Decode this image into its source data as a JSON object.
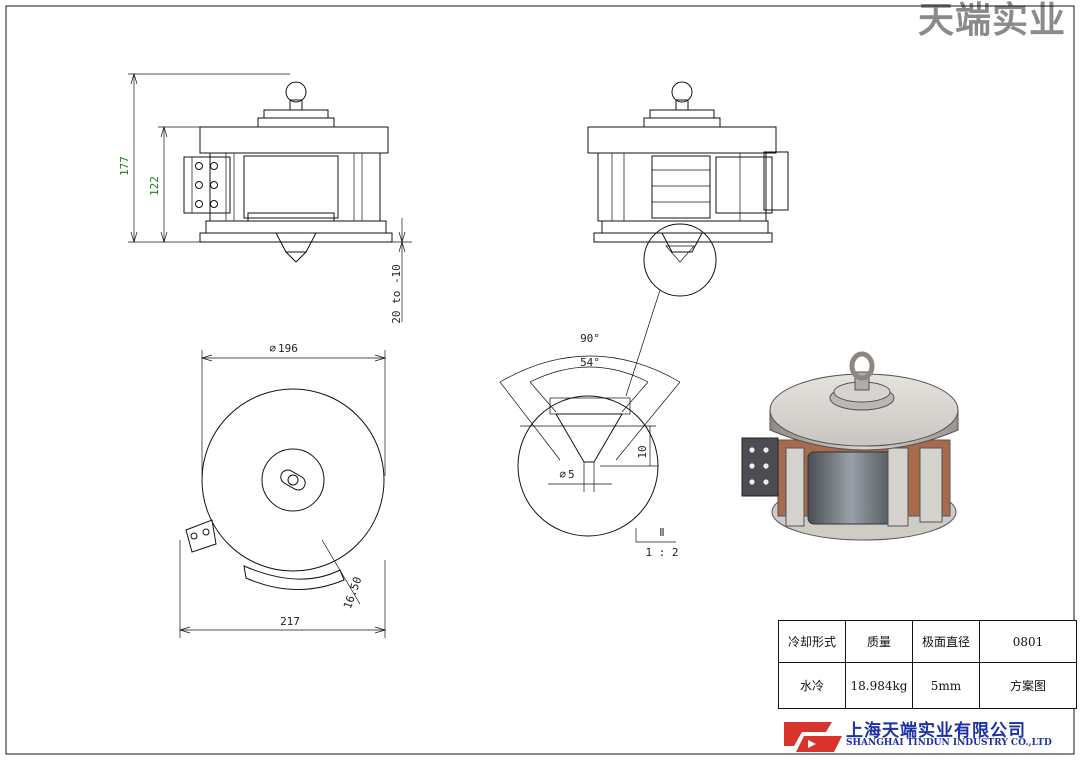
{
  "watermark": "天端实业",
  "dimensions": {
    "height_total": "177",
    "height_body": "122",
    "gap_range": "20 to -10",
    "diameter": "196",
    "width_total": "217",
    "offset": "16.50",
    "angle_outer": "90°",
    "angle_inner": "54°",
    "depth": "10",
    "hole_diameter": "5",
    "diameter_symbol": "⌀"
  },
  "detail_label": {
    "letter": "Ⅱ",
    "scale": "1 : 2"
  },
  "title_block": {
    "headers": [
      "冷却形式",
      "质量",
      "极面直径",
      "0801"
    ],
    "values": [
      "水冷",
      "18.984kg",
      "5mm",
      "方案图"
    ]
  },
  "company": {
    "name_cn": "上海天端实业有限公司",
    "name_en": "SHANGHAI TINDUN INDUSTRY CO.,LTD",
    "colors": {
      "logo_red": "#d9342b",
      "logo_blue": "#1a2fa8"
    }
  }
}
